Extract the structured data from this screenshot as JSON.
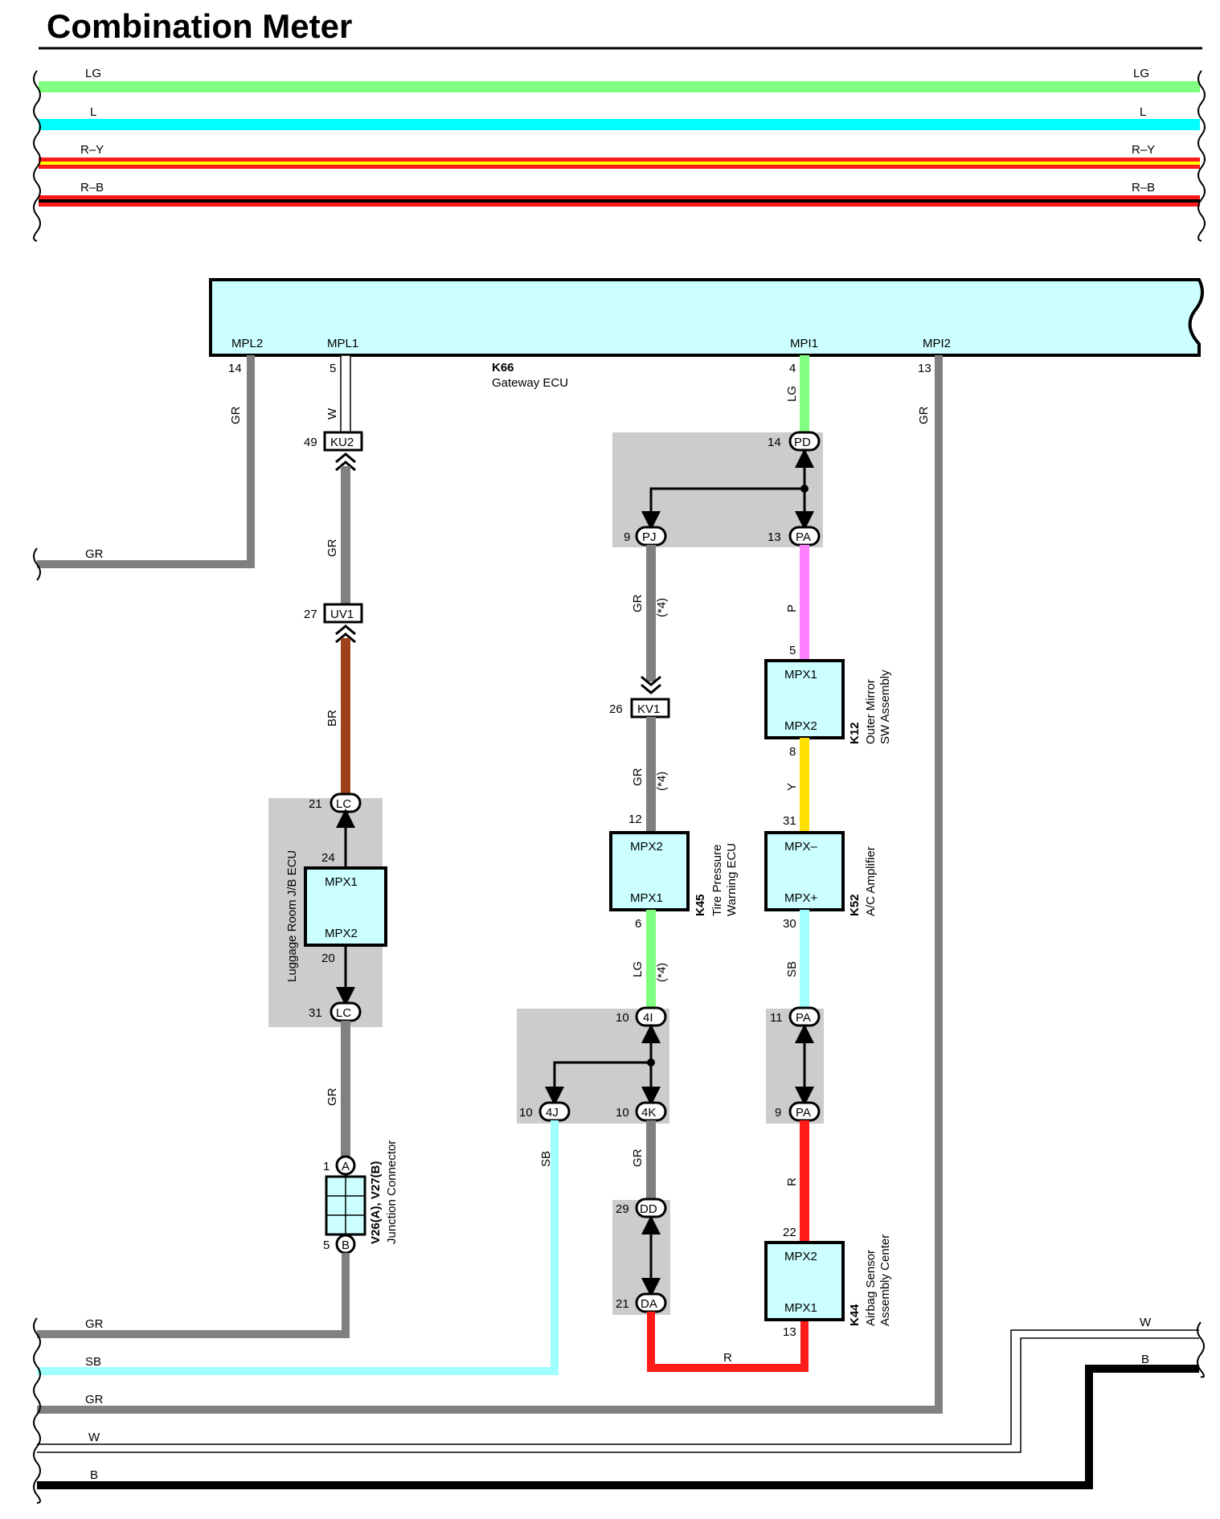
{
  "title": "Combination Meter",
  "colors": {
    "LG": "#80ff80",
    "L": "#00ffff",
    "R": "#ff1a1a",
    "Y": "#ffff00",
    "GR": "#808080",
    "BR": "#a0401a",
    "P": "#ff80ff",
    "SB": "#a0ffff",
    "YE": "#ffe000",
    "W": "#ffffff",
    "B": "#000000",
    "box_fill": "#ccffff",
    "shade": "#cccccc"
  },
  "top_wires": [
    {
      "code": "LG",
      "color": "LG"
    },
    {
      "code": "L",
      "color": "L"
    },
    {
      "code": "R–Y",
      "color": "R",
      "stripe": "Y"
    },
    {
      "code": "R–B",
      "color": "R",
      "stripe": "B"
    }
  ],
  "gateway": {
    "id": "K66",
    "name": "Gateway ECU",
    "pins": {
      "mpl2": "MPL2",
      "mpl1": "MPL1",
      "mpi1": "MPI1",
      "mpi2": "MPI2"
    },
    "pin_numbers": {
      "mpl2": "14",
      "mpl1": "5",
      "mpi1": "4",
      "mpi2": "13"
    }
  },
  "connectors": {
    "ku2": {
      "code": "KU2",
      "pin": "49"
    },
    "uv1": {
      "code": "UV1",
      "pin": "27"
    },
    "kv1": {
      "code": "KV1",
      "pin": "26"
    },
    "pd": {
      "code": "PD",
      "pin": "14"
    },
    "pj": {
      "code": "PJ",
      "pin": "9"
    },
    "pa_top": {
      "code": "PA",
      "pin": "13"
    },
    "lc_top": {
      "code": "LC",
      "pin": "21"
    },
    "lc_bot": {
      "code": "LC",
      "pin": "31"
    },
    "c4i": {
      "code": "4I",
      "pin": "10"
    },
    "c4j": {
      "code": "4J",
      "pin": "10"
    },
    "c4k": {
      "code": "4K",
      "pin": "10"
    },
    "pa_mid1": {
      "code": "PA",
      "pin": "11"
    },
    "pa_mid2": {
      "code": "PA",
      "pin": "9"
    },
    "dd": {
      "code": "DD",
      "pin": "29"
    },
    "da": {
      "code": "DA",
      "pin": "21"
    },
    "ja": {
      "code": "A",
      "pin": "1"
    },
    "jb": {
      "code": "B",
      "pin": "5"
    }
  },
  "components": {
    "luggage": {
      "name": "Luggage Room J/B ECU",
      "pin1": "MPX1",
      "pin2": "MPX2",
      "n1": "24",
      "n2": "20"
    },
    "k45": {
      "id": "K45",
      "line1": "Tire Pressure",
      "line2": "Warning ECU",
      "pin1": "MPX2",
      "pin2": "MPX1",
      "n1": "12",
      "n2": "6"
    },
    "k12": {
      "id": "K12",
      "line1": "Outer Mirror",
      "line2": "SW Assembly",
      "pin1": "MPX1",
      "pin2": "MPX2",
      "n1": "5",
      "n2": "8"
    },
    "k52": {
      "id": "K52",
      "line1": "A/C Amplifier",
      "pin1": "MPX–",
      "pin2": "MPX+",
      "n1": "31",
      "n2": "30"
    },
    "k44": {
      "id": "K44",
      "line1": "Airbag Sensor",
      "line2": "Assembly Center",
      "pin1": "MPX2",
      "pin2": "MPX1",
      "n1": "22",
      "n2": "13"
    },
    "jc": {
      "id": "V26(A), V27(B)",
      "name": "Junction Connector"
    }
  },
  "wire_labels": {
    "gr": "GR",
    "w": "W",
    "br": "BR",
    "lg": "LG",
    "p": "P",
    "y": "Y",
    "sb": "SB",
    "r": "R",
    "note": "(*4)"
  },
  "bottom_wires": {
    "gr1": "GR",
    "sb": "SB",
    "gr2": "GR",
    "w": "W",
    "b": "B",
    "w_right": "W",
    "b_right": "B"
  }
}
